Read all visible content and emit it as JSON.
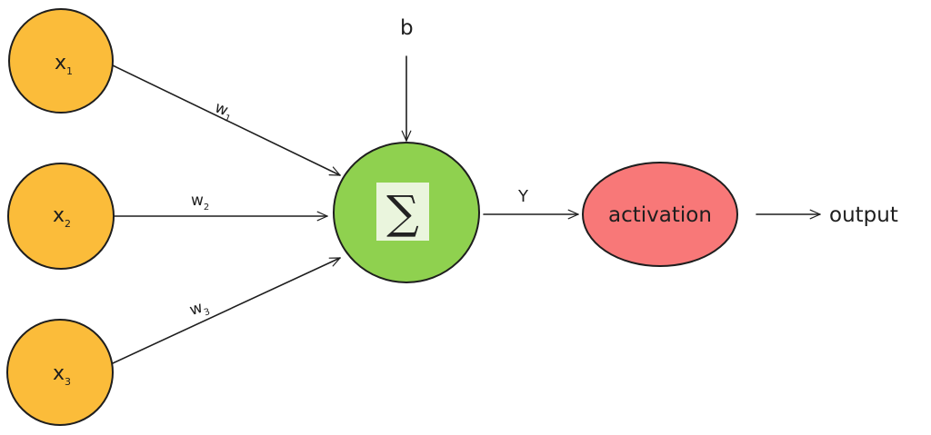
{
  "colors": {
    "input_fill": "#fbbc3a",
    "sum_fill": "#8fd14f",
    "sigma_box": "#eaf5dd",
    "activation_fill": "#f87878",
    "stroke": "#1e1e1e"
  },
  "inputs": [
    {
      "base": "x",
      "sub": "1"
    },
    {
      "base": "x",
      "sub": "2"
    },
    {
      "base": "x",
      "sub": "3"
    }
  ],
  "weights": [
    {
      "base": "w",
      "sub": "1"
    },
    {
      "base": "w",
      "sub": "2"
    },
    {
      "base": "w",
      "sub": "3"
    }
  ],
  "bias": "b",
  "sum_symbol": "∑",
  "sum_output": "Y",
  "activation": "activation",
  "output": "output"
}
